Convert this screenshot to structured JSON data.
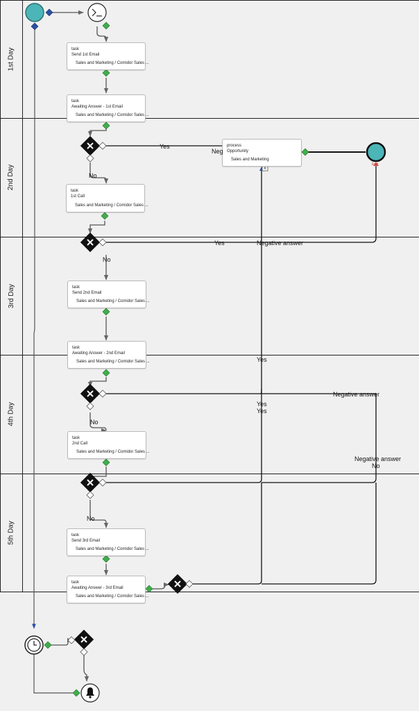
{
  "lanes": [
    "1st Day",
    "2nd Day",
    "3rd Day",
    "4th Day",
    "5th Day"
  ],
  "tasks": [
    {
      "kind": "task",
      "name": "Send 1st Email",
      "performer": "Sales and Marketing / Comidor Sales ..."
    },
    {
      "kind": "task",
      "name": "Awaiting Answer - 1st Email",
      "performer": "Sales and Marketing / Comidor Sales ..."
    },
    {
      "kind": "task",
      "name": "1st Call",
      "performer": "Sales and Marketing / Comidor Sales ..."
    },
    {
      "kind": "task",
      "name": "Send 2nd Email",
      "performer": "Sales and Marketing / Comidor Sales ..."
    },
    {
      "kind": "task",
      "name": "Awaiting Answer - 2nd Email",
      "performer": "Sales and Marketing / Comidor Sales ..."
    },
    {
      "kind": "task",
      "name": "2nd Call",
      "performer": "Sales and Marketing / Comidor Sales ..."
    },
    {
      "kind": "task",
      "name": "Send 3rd Email",
      "performer": "Sales and Marketing / Comidor Sales ..."
    },
    {
      "kind": "task",
      "name": "Awaiting Answer - 3rd Email",
      "performer": "Sales and Marketing / Comidor Sales ..."
    }
  ],
  "process": {
    "kind": "process",
    "name": "Opportunity",
    "performer": "Sales and Marketing"
  },
  "end_label": "End",
  "labels": {
    "yes": "Yes",
    "no": "No",
    "neg_short": "Neg",
    "negative_answer": "Negative answer"
  },
  "icons": {
    "start": "start-event-icon",
    "script": "script-task-icon",
    "gateway": "exclusive-gateway-icon",
    "timer": "timer-event-icon",
    "bell": "notification-bell-icon",
    "end": "end-event-icon"
  },
  "colors": {
    "event_fill": "#4cb5b8",
    "connector_green": "#3fae4a",
    "connector_blue": "#2a4fa3",
    "line": "#111111",
    "lane_border": "#222222"
  }
}
